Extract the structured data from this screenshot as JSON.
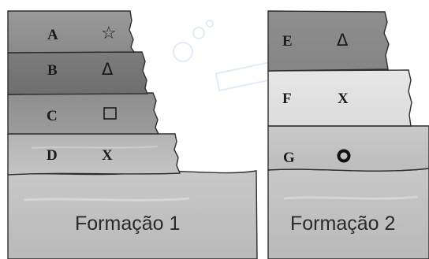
{
  "formations": [
    {
      "name": "Formação 1",
      "layers": [
        {
          "label": "A",
          "symbol": "☆",
          "symbol_name": "star-icon"
        },
        {
          "label": "B",
          "symbol": "Δ",
          "symbol_name": "triangle-icon"
        },
        {
          "label": "C",
          "symbol": "",
          "symbol_name": "square-icon"
        },
        {
          "label": "D",
          "symbol": "X",
          "symbol_name": "x-mark"
        }
      ]
    },
    {
      "name": "Formação 2",
      "layers": [
        {
          "label": "E",
          "symbol": "Δ",
          "symbol_name": "triangle-icon"
        },
        {
          "label": "F",
          "symbol": "X",
          "symbol_name": "x-mark"
        },
        {
          "label": "G",
          "symbol": "",
          "symbol_name": "ring-icon"
        }
      ]
    }
  ],
  "colors": {
    "layer_dark": "#8c8c8c",
    "layer_mid": "#a6a6a6",
    "layer_light": "#cfcfcf",
    "layer_pale": "#e3e3e3",
    "base": "#c3c3c3",
    "outline": "#2e2e2e",
    "text": "#1a1a1a"
  }
}
